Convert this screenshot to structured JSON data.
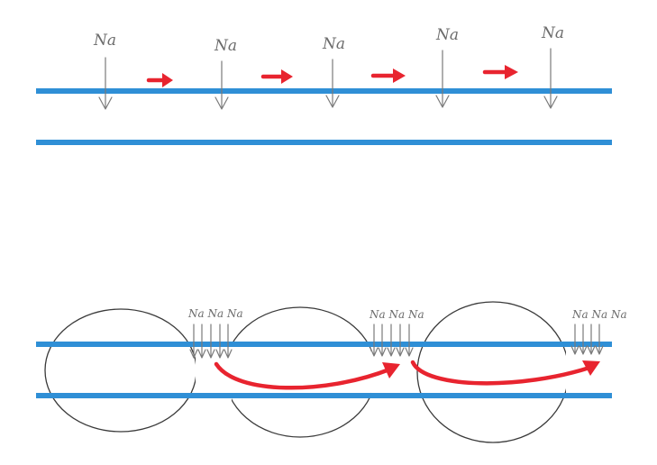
{
  "colors": {
    "membrane": "#2f8fd6",
    "arrow": "#e8242f",
    "pencil": "#7a7a7a"
  },
  "top_panel": {
    "ion_labels": [
      "Na",
      "Na",
      "Na",
      "Na",
      "Na"
    ],
    "ion_label_glyphs": [
      "𝒩𝒶",
      "𝒩𝒶",
      "𝒩𝒶",
      "𝒩𝒶",
      "𝒩𝒶"
    ]
  },
  "bottom_panel": {
    "cluster_labels": [
      "Na Na Na",
      "Na Na Na",
      "Na Na Na"
    ]
  }
}
